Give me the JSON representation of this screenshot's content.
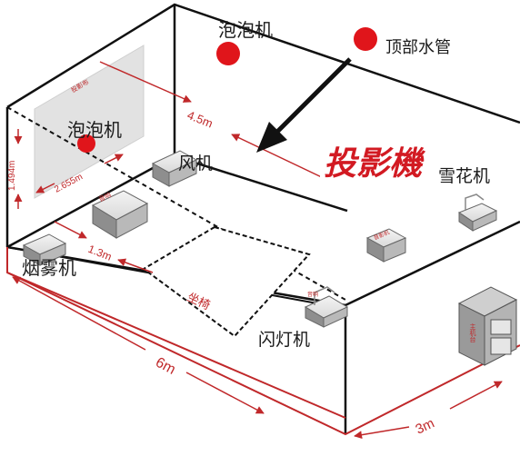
{
  "labels": {
    "bubble_top": "泡泡机",
    "ceiling_pipe": "顶部水管",
    "bubble_left": "泡泡机",
    "fan": "风机",
    "projector": "投影機",
    "snow": "雪花机",
    "fog": "烟雾机",
    "strobe": "闪灯机",
    "seats": "坐椅",
    "screen": "投影布",
    "speaker_large": "音响",
    "speaker_small": "音响",
    "speaker_projector": "音影机",
    "rack": "主机台"
  },
  "dimensions": {
    "d_4_5": "4.5m",
    "d_1_494": "1.494m",
    "d_2_655": "2.655m",
    "d_1_3": "1.3m",
    "d_6": "6m",
    "d_3": "3m"
  },
  "colors": {
    "dimension": "#c0282a",
    "marker": "#e0151b",
    "wall_line": "#111111",
    "floor_line": "#c0282a"
  }
}
